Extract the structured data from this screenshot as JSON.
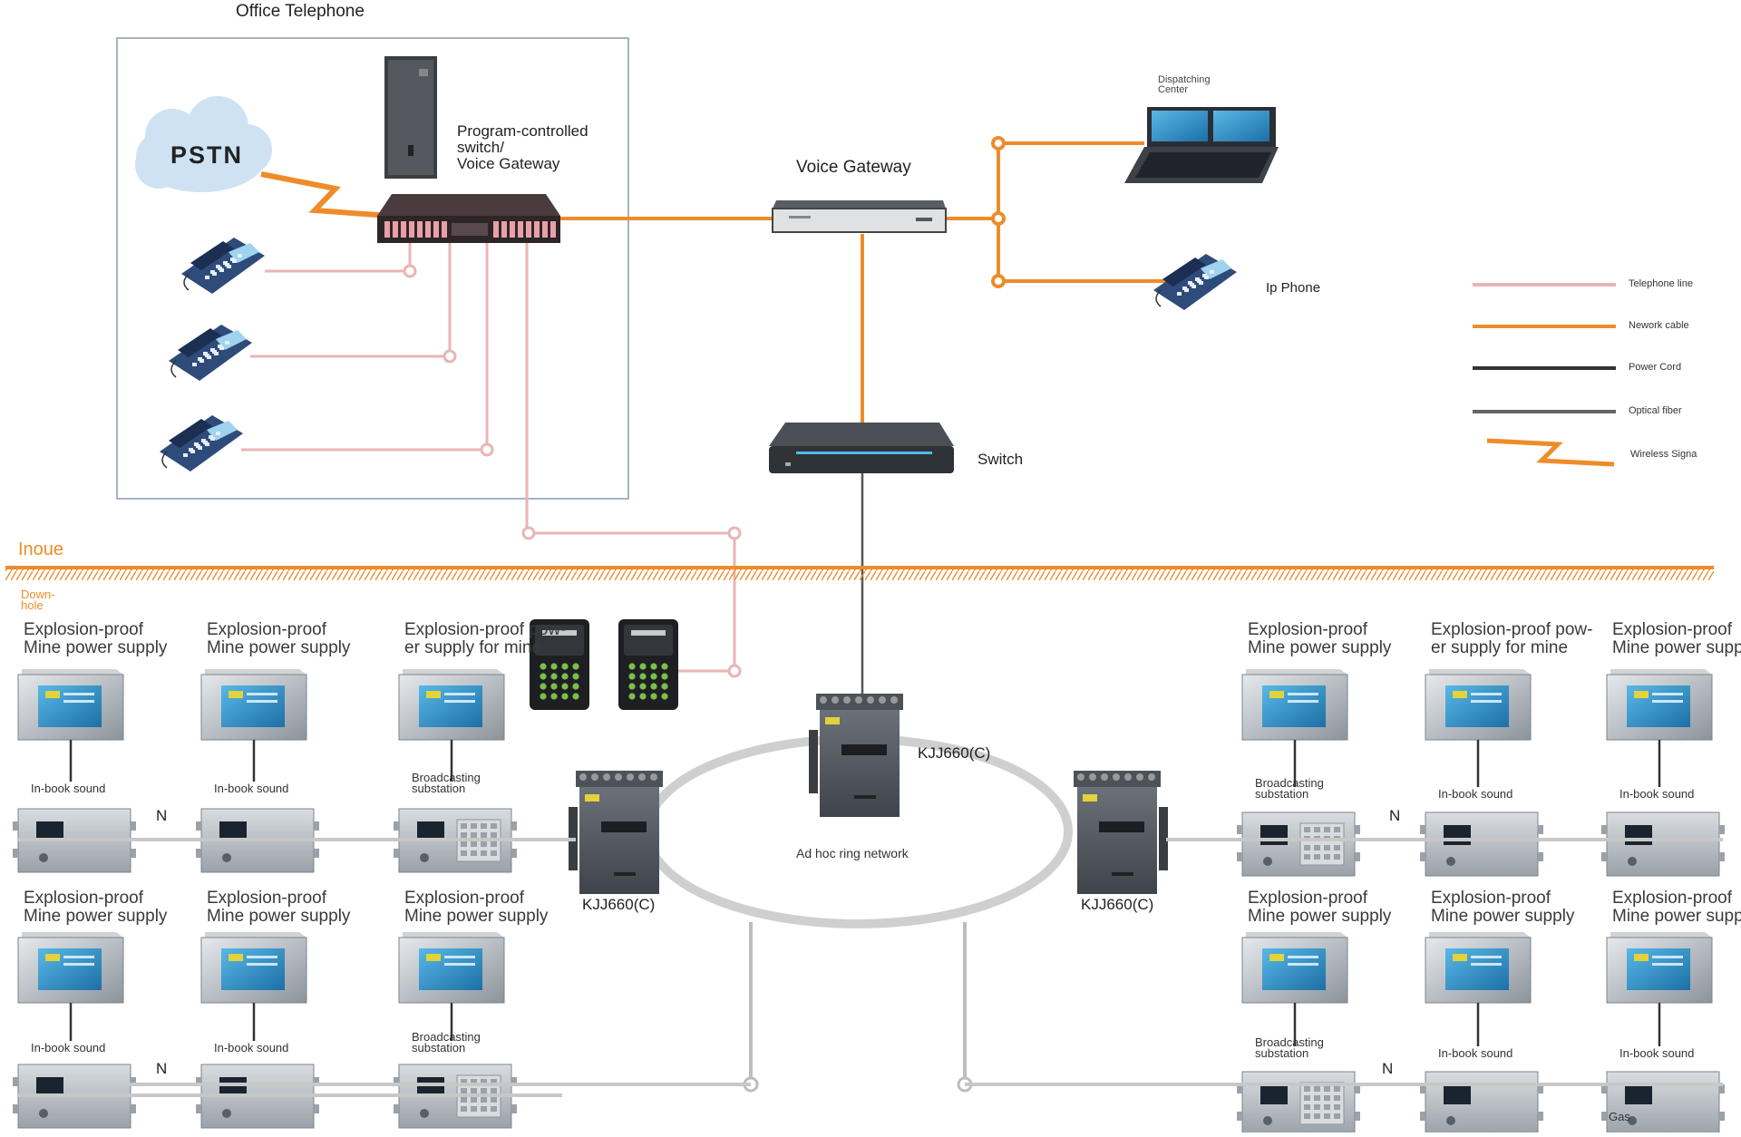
{
  "office_title": "Office Telephone",
  "pstn_label": "PSTN",
  "pbx_label": [
    "Program-controlled",
    "switch/",
    "Voice Gateway"
  ],
  "voice_gateway_label": "Voice Gateway",
  "dispatching_center_label": [
    "Dispatching",
    "Center"
  ],
  "ip_phone_label": "Ip Phone",
  "switch_label": "Switch",
  "inoue_label": "Inoue",
  "downhole_label": [
    "Down-",
    "hole"
  ],
  "ring_label": "Ad hoc ring network",
  "kjj_label": "KJJ660(C)",
  "n_label": "N",
  "gas_label": "Gas",
  "legend": [
    {
      "label": "Telephone line",
      "color": "#e9b5b5"
    },
    {
      "label": "Nework cable",
      "color": "#ee8c2a"
    },
    {
      "label": "Power Cord",
      "color": "#333333"
    },
    {
      "label": "Optical fiber",
      "color": "#666666"
    },
    {
      "label": "Wireless Signa",
      "color": "#ee8c2a"
    }
  ],
  "left_top_units": [
    {
      "supply": [
        "Explosion-proof",
        "Mine power supply"
      ],
      "sound": "In-book sound"
    },
    {
      "supply": [
        "Explosion-proof",
        "Mine power supply"
      ],
      "sound": "In-book sound"
    },
    {
      "supply": [
        "Explosion-proof pow-",
        "er supply for mine"
      ],
      "sound": [
        "Broadcasting",
        "substation"
      ]
    }
  ],
  "left_bottom_units": [
    {
      "supply": [
        "Explosion-proof",
        "Mine power supply"
      ],
      "sound": "In-book sound"
    },
    {
      "supply": [
        "Explosion-proof",
        "Mine power supply"
      ],
      "sound": "In-book sound"
    },
    {
      "supply": [
        "Explosion-proof",
        "Mine power supply"
      ],
      "sound": [
        "Broadcasting",
        "substation"
      ]
    }
  ],
  "right_top_units": [
    {
      "supply": [
        "Explosion-proof",
        "Mine power supply"
      ],
      "sound": [
        "Broadcasting",
        "substation"
      ]
    },
    {
      "supply": [
        "Explosion-proof pow-",
        "er supply for mine"
      ],
      "sound": "In-book sound"
    },
    {
      "supply": [
        "Explosion-proof",
        "Mine power supply"
      ],
      "sound": "In-book sound"
    }
  ],
  "right_bottom_units": [
    {
      "supply": [
        "Explosion-proof",
        "Mine power supply"
      ],
      "sound": [
        "Broadcasting",
        "substation"
      ]
    },
    {
      "supply": [
        "Explosion-proof",
        "Mine power supply"
      ],
      "sound": "In-book sound"
    },
    {
      "supply": [
        "Explosion-proof",
        "Mine power supply"
      ],
      "sound": "In-book sound"
    }
  ],
  "colors": {
    "network": "#ee8c2a",
    "telephone": "#e9b5b5",
    "power": "#333333",
    "fiber": "#666666",
    "ring": "#cfcfcf"
  }
}
